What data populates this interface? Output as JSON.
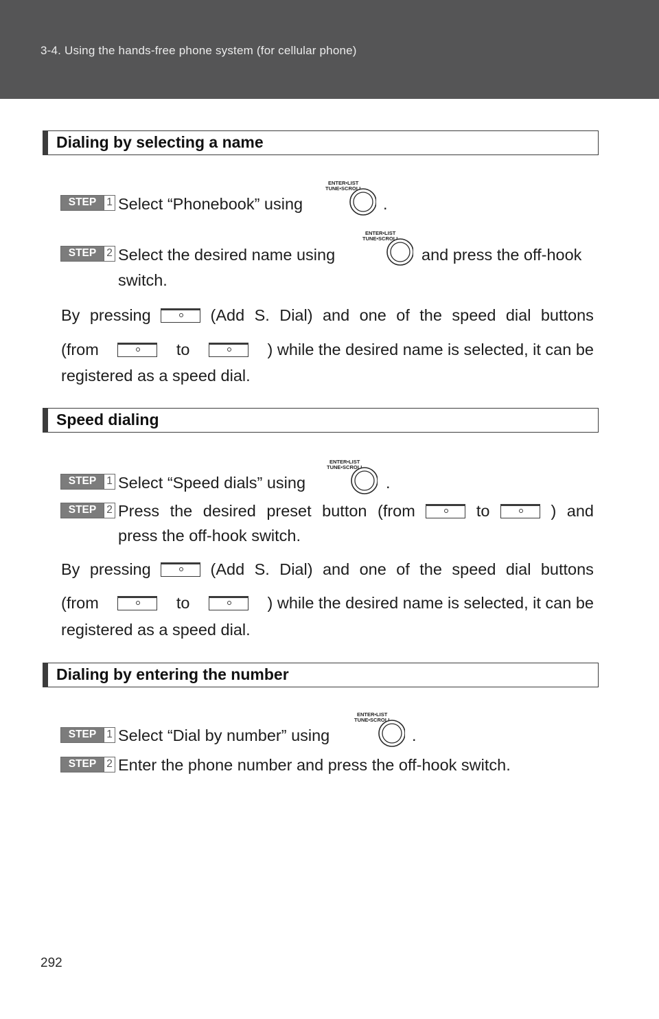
{
  "header": {
    "title": "3-4. Using the hands-free phone system (for cellular phone)"
  },
  "icons": {
    "knob_label_top": "ENTER•LIST",
    "knob_label_bottom": "TUNE•SCROLL",
    "step_word": "STEP"
  },
  "sections": [
    {
      "title": "Dialing by selecting a name",
      "step1": {
        "num": "1",
        "pre": "Select “Phonebook” using",
        "post": "."
      },
      "step2": {
        "num": "2",
        "pre": "Select the desired name using",
        "post": "and press the off-hook",
        "cont": "switch."
      },
      "note": {
        "l1_a": "By",
        "l1_b": "pressing",
        "l1_c": "(Add",
        "l1_d": "S.",
        "l1_e": "Dial)",
        "l1_f": "and",
        "l1_g": "one",
        "l1_h": "of",
        "l1_i": "the",
        "l1_j": "speed",
        "l1_k": "dial",
        "l1_l": "buttons",
        "l2_a": "(from",
        "l2_b": "to",
        "l2_c": ") while the desired name is selected, it can be",
        "l3": "registered as a speed dial."
      }
    },
    {
      "title": "Speed dialing",
      "step1": {
        "num": "1",
        "pre": "Select “Speed dials” using",
        "post": "."
      },
      "step2": {
        "num": "2",
        "a": "Press",
        "b": "the",
        "c": "desired",
        "d": "preset",
        "e": "button",
        "f": "(from",
        "g": "to",
        "h": ")",
        "i": "and",
        "cont": "press the off-hook switch."
      },
      "note": {
        "l1_a": "By",
        "l1_b": "pressing",
        "l1_c": "(Add",
        "l1_d": "S.",
        "l1_e": "Dial)",
        "l1_f": "and",
        "l1_g": "one",
        "l1_h": "of",
        "l1_i": "the",
        "l1_j": "speed",
        "l1_k": "dial",
        "l1_l": "buttons",
        "l2_a": "(from",
        "l2_b": "to",
        "l2_c": ") while the desired name is selected, it can be",
        "l3": "registered as a speed dial."
      }
    },
    {
      "title": "Dialing by entering the number",
      "step1": {
        "num": "1",
        "pre": "Select “Dial by number” using",
        "post": "."
      },
      "step2": {
        "num": "2",
        "text": "Enter the phone number and press the off-hook switch."
      }
    }
  ],
  "footer": {
    "page_number": "292"
  }
}
